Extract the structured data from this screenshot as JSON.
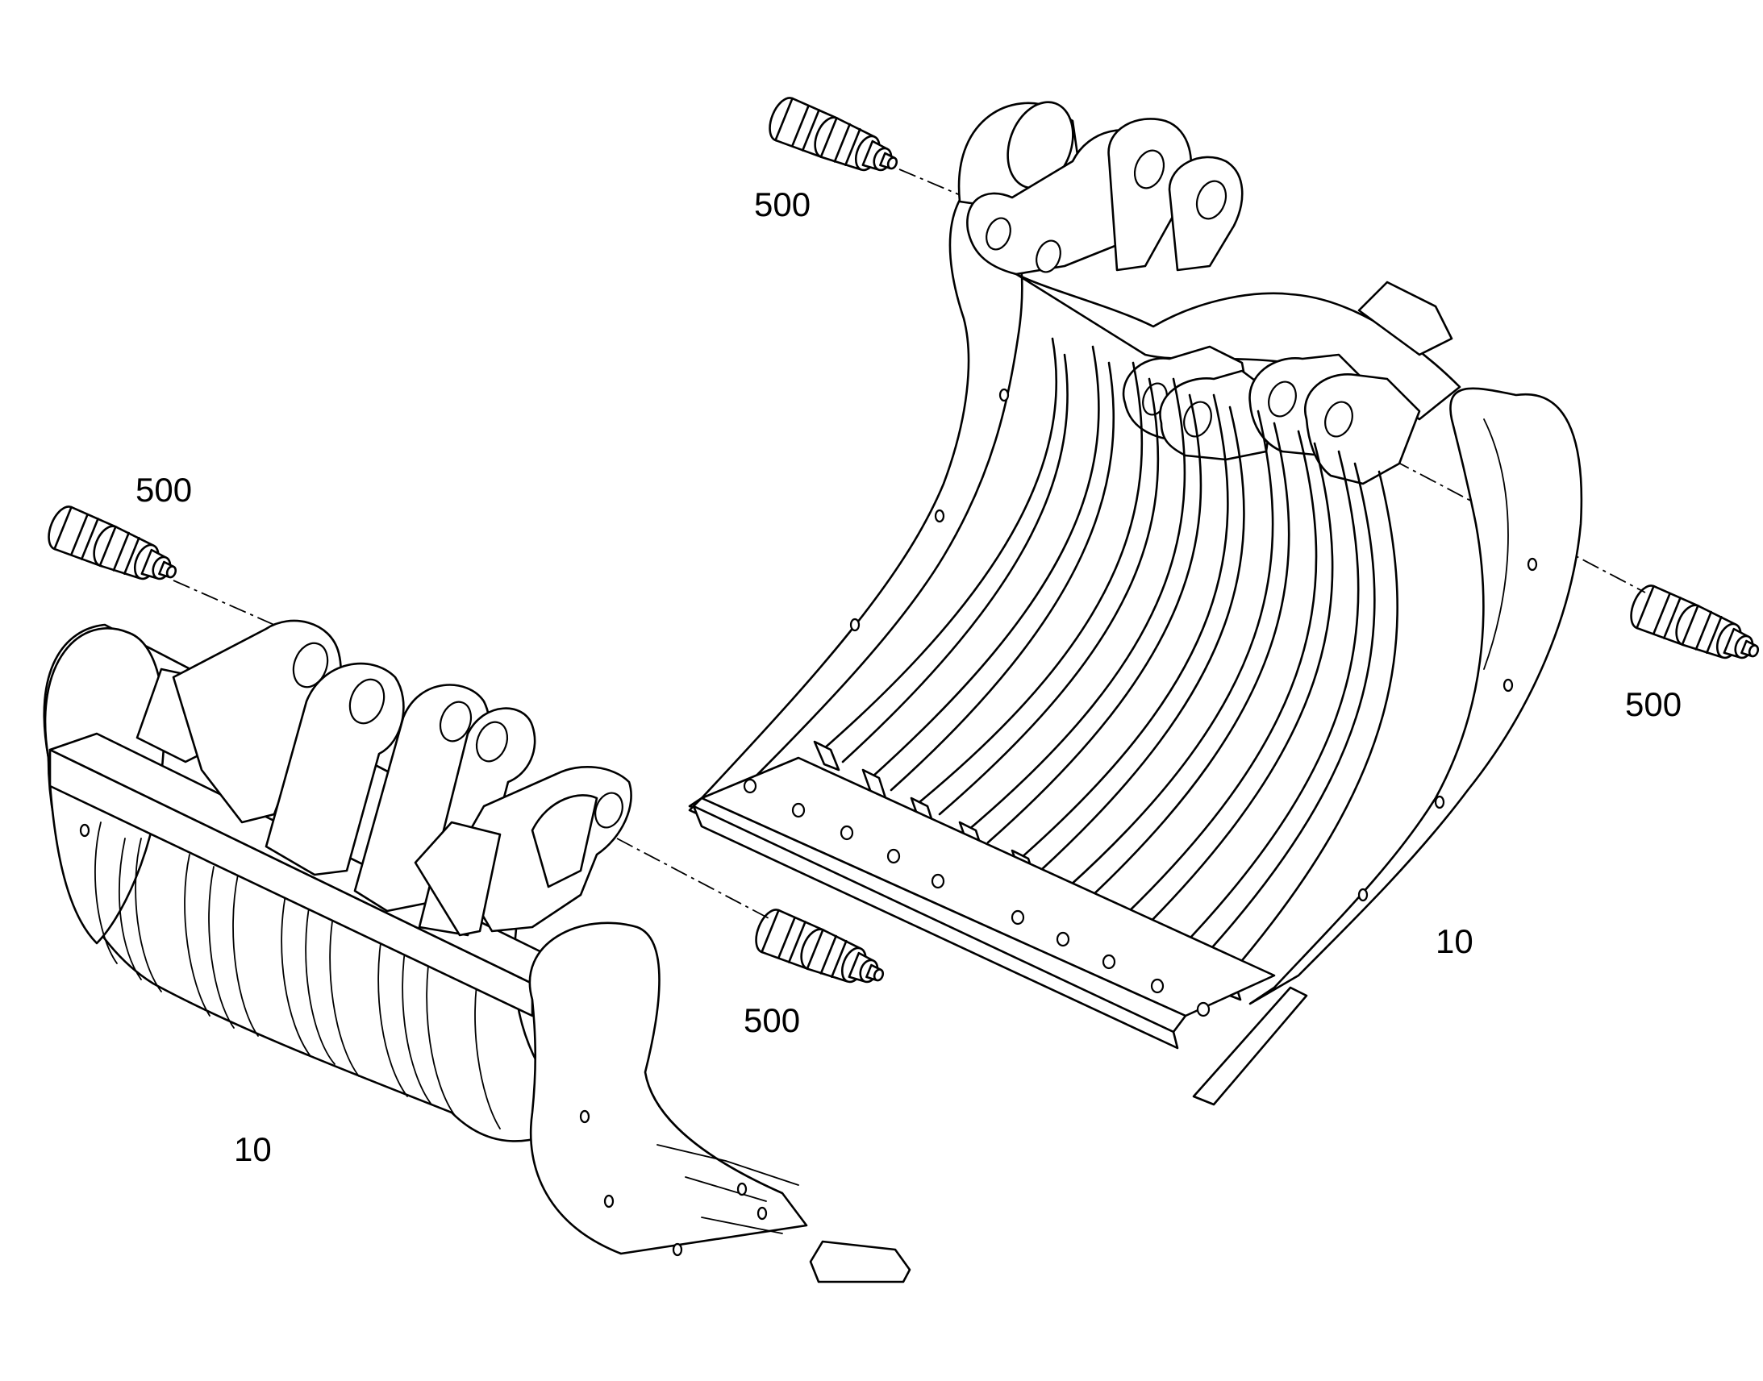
{
  "callouts": [
    {
      "id": "pin-upper-left",
      "text": "500"
    },
    {
      "id": "pin-left",
      "text": "500"
    },
    {
      "id": "pin-right",
      "text": "500"
    },
    {
      "id": "pin-center",
      "text": "500"
    },
    {
      "id": "grapple-right",
      "text": "10"
    },
    {
      "id": "grapple-left",
      "text": "10"
    }
  ]
}
